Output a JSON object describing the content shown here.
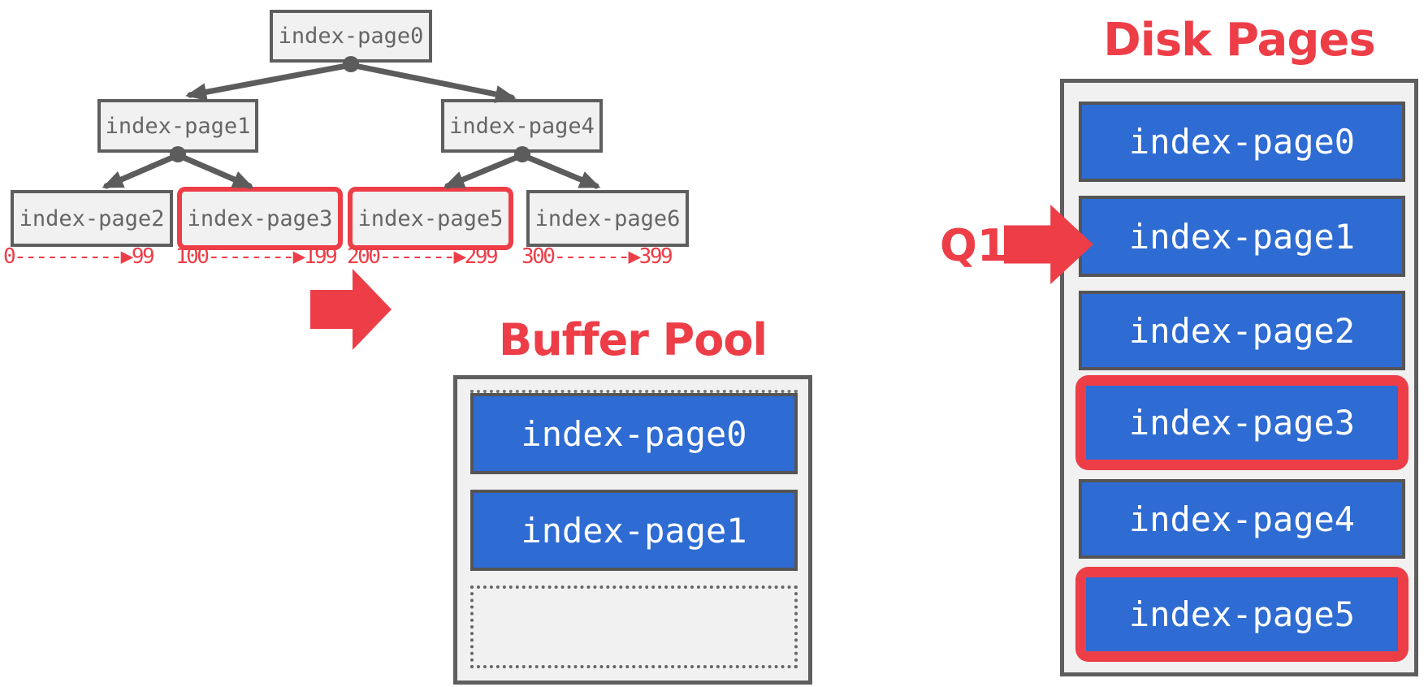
{
  "palette": {
    "red": "#ED3E48",
    "blue": "#2E6BD3",
    "border_gray": "#5E5E5E",
    "text_gray": "#666666",
    "panel_fill": "#F1F1F1",
    "page_text": "#FFFFFF"
  },
  "tree": {
    "root": {
      "label": "index-page0"
    },
    "level1": [
      {
        "label": "index-page1"
      },
      {
        "label": "index-page4"
      }
    ],
    "leaves": [
      {
        "label": "index-page2",
        "highlight": false,
        "range": "0----------▶99"
      },
      {
        "label": "index-page3",
        "highlight": true,
        "range": "100--------▶199"
      },
      {
        "label": "index-page5",
        "highlight": true,
        "range": "200-------▶299"
      },
      {
        "label": "index-page6",
        "highlight": false,
        "range": "300-------▶399"
      }
    ]
  },
  "buffer_pool": {
    "title": "Buffer Pool",
    "slots": [
      {
        "label": "index-page0"
      },
      {
        "label": "index-page1"
      }
    ],
    "empty_slot": ""
  },
  "disk_pages": {
    "title": "Disk Pages",
    "query_label": "Q1",
    "pages": [
      {
        "label": "index-page0",
        "highlight": false
      },
      {
        "label": "index-page1",
        "highlight": false
      },
      {
        "label": "index-page2",
        "highlight": false
      },
      {
        "label": "index-page3",
        "highlight": true
      },
      {
        "label": "index-page4",
        "highlight": false
      },
      {
        "label": "index-page5",
        "highlight": true
      }
    ]
  }
}
